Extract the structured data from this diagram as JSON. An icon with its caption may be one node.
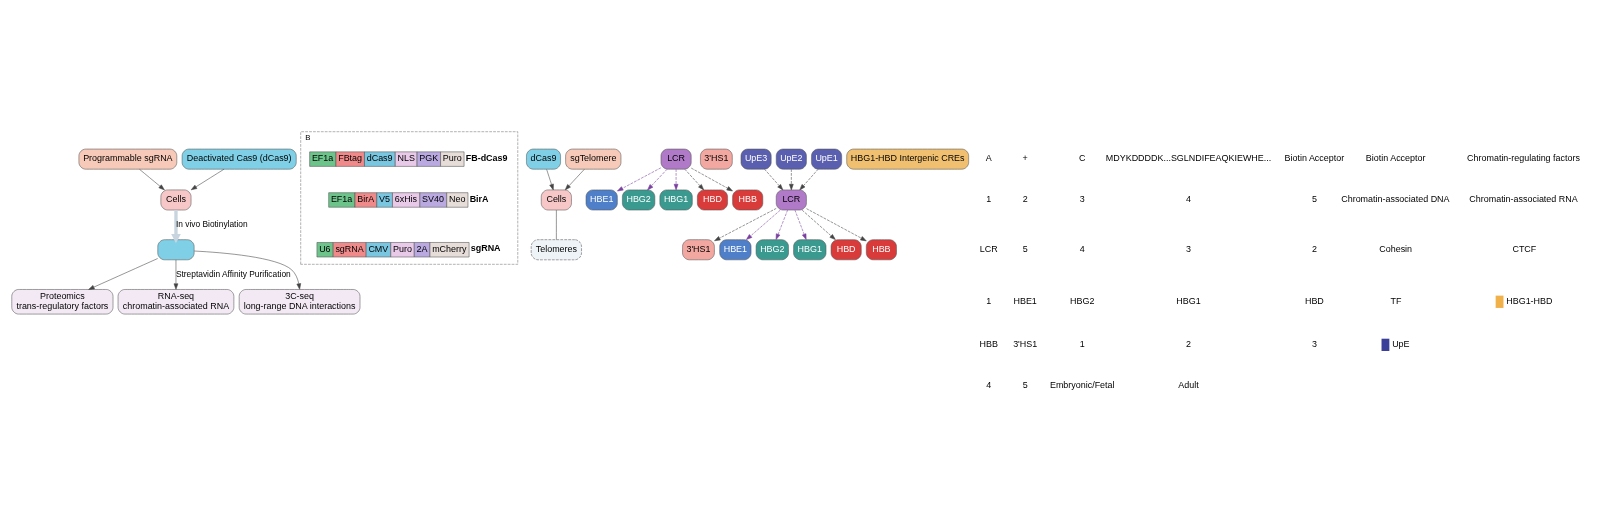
{
  "diagram": {
    "nodes": [
      {
        "text": [
          "Programmable sgRNA"
        ]
      },
      {
        "text": [
          "Deactivated Cas9 (dCas9)"
        ]
      },
      {
        "text": [
          "Cells"
        ]
      },
      {
        "text": [],
        "shape": "box"
      },
      {
        "text": [
          "Proteomics",
          "trans-regulatory factors"
        ]
      },
      {
        "text": [
          "RNA-seq",
          "chromatin-associated RNA"
        ]
      },
      {
        "text": [
          "3C-seq",
          "long-range DNA interactions"
        ]
      },
      {
        "text": [
          "B"
        ]
      },
      {
        "text": [
          "EF1a",
          "FBtag",
          "dCas9",
          "NLS",
          "PGK",
          "Puro"
        ],
        "beside": [
          "FB-dCas9"
        ],
        "in": 7
      },
      {
        "text": [
          "EF1a",
          "BirA",
          "V5",
          "6xHis",
          "SV40",
          "Neo"
        ],
        "beside": [
          "BirA"
        ],
        "in": 7
      },
      {
        "text": [
          "U6",
          "sgRNA",
          "CMV",
          "Puro",
          "2A",
          "mCherry"
        ],
        "beside": [
          "sgRNA"
        ],
        "in": 7
      },
      {
        "text": [
          "dCas9"
        ]
      },
      {
        "text": [
          "sgTelomere"
        ]
      },
      {
        "text": [
          "Cells"
        ]
      },
      {
        "text": [
          "Telomeres"
        ]
      },
      {
        "text": [
          "LCR"
        ]
      },
      {
        "text": [
          "3'HS1"
        ]
      },
      {
        "text": [
          "HBE1"
        ]
      },
      {
        "text": [
          "HBG2"
        ]
      },
      {
        "text": [
          "HBG1"
        ]
      },
      {
        "text": [
          "HBD"
        ]
      },
      {
        "text": [
          "HBB"
        ]
      },
      {
        "text": [
          "UpE3"
        ]
      },
      {
        "text": [
          "UpE2"
        ]
      },
      {
        "text": [
          "UpE1"
        ]
      },
      {
        "text": [
          "LCR"
        ]
      },
      {
        "text": [
          "3'HS1"
        ]
      },
      {
        "text": [
          "HBE1"
        ]
      },
      {
        "text": [
          "HBG2"
        ]
      },
      {
        "text": [
          "HBG1"
        ]
      },
      {
        "text": [
          "HBG1-HBD Intergenic CREs"
        ]
      },
      {
        "text": [
          "HBD"
        ]
      },
      {
        "text": [
          "HBB"
        ]
      }
    ],
    "edges": [
      {
        "from": 0,
        "to": 2,
        "arrow": "to"
      },
      {
        "from": 1,
        "to": 2,
        "arrow": "to"
      },
      {
        "from": 2,
        "to": 3,
        "arrow": "to",
        "label": "In vivo Biotinylation",
        "style": "thick",
        "color": "#c9d5de"
      },
      {
        "from": 3,
        "to": 4,
        "arrow": "to"
      },
      {
        "from": 3,
        "to": 5,
        "arrow": "to",
        "label": "Streptavidin Affinity Purification"
      },
      {
        "from": 3,
        "to": 6,
        "arrow": "to"
      },
      {
        "from": 11,
        "to": 13,
        "arrow": "to"
      },
      {
        "from": 12,
        "to": 13,
        "arrow": "to"
      },
      {
        "from": 13,
        "to": 14,
        "arrow": "none"
      },
      {
        "from": 15,
        "to": 17,
        "arrow": "to",
        "style": "dashed",
        "color": "#7b3fa0"
      },
      {
        "from": 15,
        "to": 18,
        "arrow": "to",
        "style": "dashed",
        "color": "#7b3fa0"
      },
      {
        "from": 15,
        "to": 19,
        "arrow": "to",
        "style": "dashed",
        "color": "#7b3fa0"
      },
      {
        "from": 15,
        "to": 20,
        "arrow": "to",
        "style": "dashed"
      },
      {
        "from": 15,
        "to": 21,
        "arrow": "to",
        "style": "dashed"
      },
      {
        "from": 22,
        "to": 25,
        "arrow": "to",
        "style": "dashed"
      },
      {
        "from": 23,
        "to": 25,
        "arrow": "to",
        "style": "dashed"
      },
      {
        "from": 24,
        "to": 25,
        "arrow": "to",
        "style": "dashed"
      },
      {
        "from": 25,
        "to": 26,
        "arrow": "to",
        "style": "dashed"
      },
      {
        "from": 25,
        "to": 27,
        "arrow": "to",
        "style": "dashed",
        "color": "#7b3fa0"
      },
      {
        "from": 25,
        "to": 28,
        "arrow": "to",
        "style": "dashed",
        "color": "#7b3fa0"
      },
      {
        "from": 25,
        "to": 29,
        "arrow": "to",
        "style": "dashed",
        "color": "#7b3fa0"
      },
      {
        "from": 25,
        "to": 31,
        "arrow": "to",
        "style": "dashed"
      },
      {
        "from": 25,
        "to": 32,
        "arrow": "to",
        "style": "dashed"
      }
    ],
    "labels": [
      "A",
      "+",
      "C",
      "MDYKDDDDK...SGLNDIFEAQKIEWHE...",
      "Biotin Acceptor",
      "1",
      "2",
      "3",
      "4",
      "5",
      "LCR",
      "5",
      "4",
      "3",
      "2",
      "1",
      "HBE1",
      "HBG2",
      "HBG1",
      "HBD",
      "HBB",
      "3'HS1",
      "1",
      "2",
      "3",
      "4",
      "5",
      "Embryonic/Fetal",
      "Adult"
    ],
    "legend": [
      {
        "text": "Biotin Acceptor"
      },
      {
        "text": "Chromatin-regulating factors"
      },
      {
        "text": "Chromatin-associated DNA"
      },
      {
        "text": "Chromatin-associated RNA"
      },
      {
        "text": "Cohesin"
      },
      {
        "text": "CTCF"
      },
      {
        "text": "TF"
      },
      {
        "text": "HBG1-HBD",
        "color": "#f0b04a"
      },
      {
        "text": "UpE",
        "color": "#3b3f9a"
      }
    ]
  }
}
